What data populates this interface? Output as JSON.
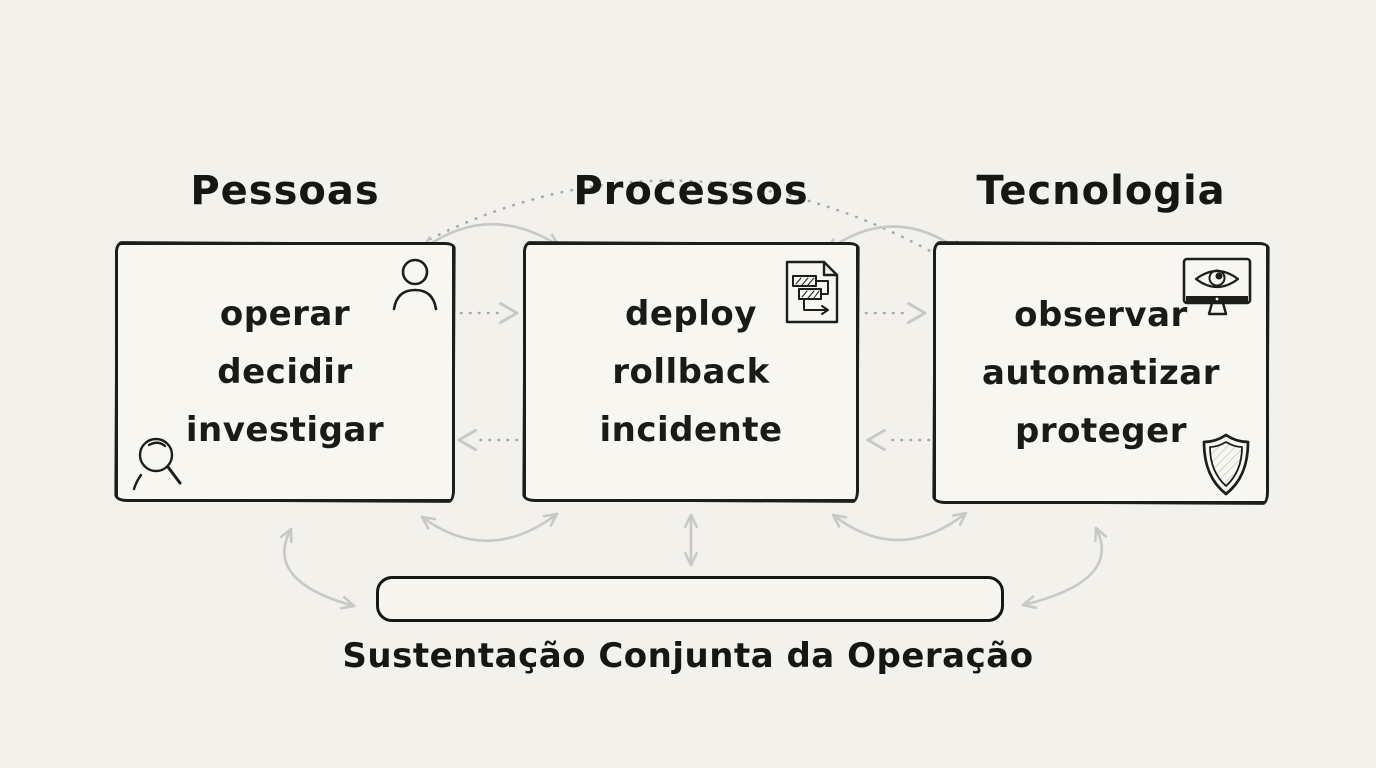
{
  "columns": [
    {
      "title": "Pessoas",
      "items": [
        "operar",
        "decidir",
        "investigar"
      ],
      "icons": [
        "person-icon",
        "magnifier-icon"
      ]
    },
    {
      "title": "Processos",
      "items": [
        "deploy",
        "rollback",
        "incidente"
      ],
      "icons": [
        "flow-document-icon"
      ]
    },
    {
      "title": "Tecnologia",
      "items": [
        "observar",
        "automatizar",
        "proteger"
      ],
      "icons": [
        "monitor-eye-icon",
        "shield-icon"
      ]
    }
  ],
  "foundation": {
    "label": "Sustentação Conjunta da Operação"
  },
  "colors": {
    "background": "#f2f1ec",
    "box_fill": "#f7f6f1",
    "ink": "#1d1d1b",
    "arrow": "#c9c8c4",
    "dotted": "#a8a7a3"
  }
}
